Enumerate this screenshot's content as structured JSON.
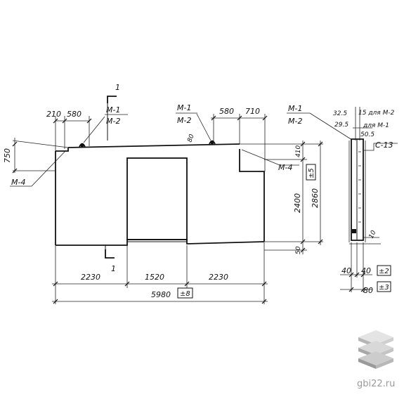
{
  "section_marks": {
    "top": "1",
    "bottom": "1"
  },
  "embed_labels": {
    "m1_left": "М-1",
    "m2_left": "М-2",
    "m1_mid": "М-1",
    "m2_mid": "М-2",
    "m4_left": "М-4",
    "m4_right": "М-4",
    "m1_side": "М-1",
    "m2_side": "М-2",
    "c13_side": "С-13"
  },
  "top_dims": {
    "d210": "210",
    "d580a": "580",
    "d580b": "580",
    "d710": "710",
    "d80": "80"
  },
  "left_dims": {
    "d750": "750"
  },
  "right_dims": {
    "d410": "410",
    "d2400": "2400",
    "d2860": "2860",
    "d50": "50",
    "tol5": "±5"
  },
  "bottom_dims": {
    "d2230a": "2230",
    "d1520": "1520",
    "d2230b": "2230",
    "d5980": "5980",
    "tol8": "±8"
  },
  "side_view": {
    "d32_5": "32.5",
    "d15_m2": "15 для М-2",
    "d29_5": "29.5",
    "m1_note": "для М-1",
    "d50_5": "50.5",
    "d10": "10",
    "d40a": "40",
    "d40b": "40",
    "d80": "80",
    "tol2": "±2",
    "tol3": "±3"
  },
  "watermark": {
    "site": "gbi22.ru",
    "logo": "stack-of-slabs-logo"
  }
}
